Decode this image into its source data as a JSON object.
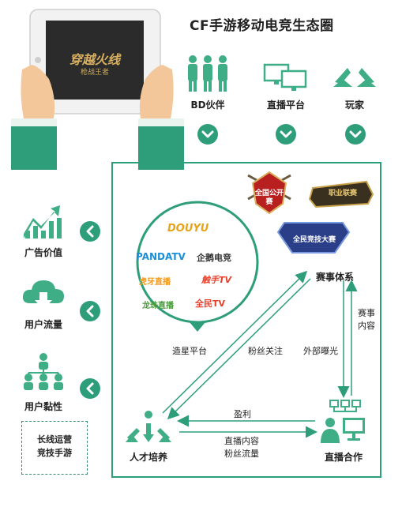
{
  "title": "CF手游移动电竞生态圈",
  "game_logo": "穿越火线",
  "game_logo_sub": "枪战王者",
  "top_nodes": [
    {
      "label": "BD伙伴",
      "icon": "people-icon"
    },
    {
      "label": "直播平台",
      "icon": "monitors-icon"
    },
    {
      "label": "玩家",
      "icon": "player-arrows-icon"
    }
  ],
  "left_nodes": [
    {
      "label": "广告价值",
      "icon": "growth-chart-icon"
    },
    {
      "label": "用户流量",
      "icon": "cloud-download-icon"
    },
    {
      "label": "用户黏性",
      "icon": "user-network-icon"
    }
  ],
  "dashed_box": {
    "line1": "长线运营",
    "line2": "竞技手游"
  },
  "platforms": [
    {
      "name": "DOUYU",
      "color": "#e8a317"
    },
    {
      "name": "PANDATV",
      "color": "#1a8fd8"
    },
    {
      "name": "企鹅电竞",
      "color": "#333333"
    },
    {
      "name": "虎牙直播",
      "color": "#f39a1e"
    },
    {
      "name": "触手TV",
      "color": "#e8402a"
    },
    {
      "name": "龙珠直播",
      "color": "#4a9a3a"
    },
    {
      "name": "全民TV",
      "color": "#e8402a"
    }
  ],
  "tournament_badges": [
    {
      "name": "全国公开赛",
      "color": "#b82020"
    },
    {
      "name": "职业联赛",
      "color": "#c8a24a"
    },
    {
      "name": "全民竞技大赛",
      "color": "#3a5cb8"
    }
  ],
  "nodes": {
    "events": "赛事体系",
    "talent": "人才培养",
    "live_coop": "直播合作"
  },
  "edges": {
    "star_platform": "造星平台",
    "fan_follow": "粉丝关注",
    "external_exposure": "外部曝光",
    "event_content_1": "赛事",
    "event_content_2": "内容",
    "profit": "盈利",
    "live_content": "直播内容",
    "fan_traffic": "粉丝流量"
  },
  "colors": {
    "accent": "#2e9e7a",
    "accent_light": "#4bbf94",
    "dark": "#2c6a7a"
  }
}
